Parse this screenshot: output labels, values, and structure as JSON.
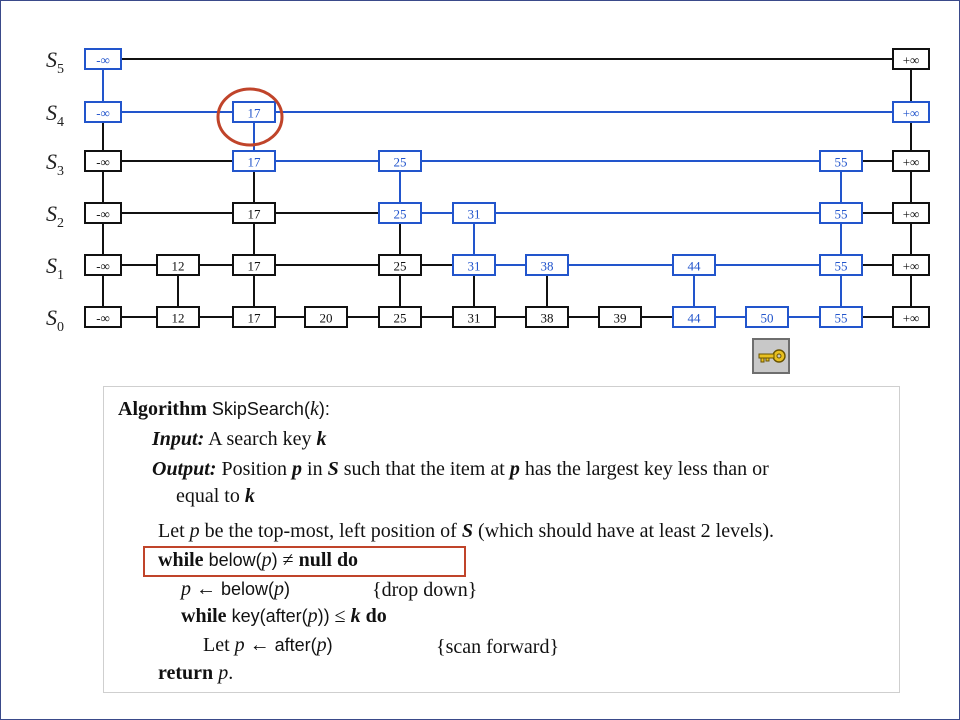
{
  "skiplist": {
    "levels": [
      {
        "label": "S",
        "sub": "5"
      },
      {
        "label": "S",
        "sub": "4"
      },
      {
        "label": "S",
        "sub": "3"
      },
      {
        "label": "S",
        "sub": "2"
      },
      {
        "label": "S",
        "sub": "1"
      },
      {
        "label": "S",
        "sub": "0"
      }
    ],
    "rows": [
      [
        "-∞",
        "+∞"
      ],
      [
        "-∞",
        "17",
        "+∞"
      ],
      [
        "-∞",
        "17",
        "25",
        "55",
        "+∞"
      ],
      [
        "-∞",
        "17",
        "25",
        "31",
        "55",
        "+∞"
      ],
      [
        "-∞",
        "12",
        "17",
        "25",
        "31",
        "38",
        "44",
        "55",
        "+∞"
      ],
      [
        "-∞",
        "12",
        "17",
        "20",
        "25",
        "31",
        "38",
        "39",
        "44",
        "50",
        "55",
        "+∞"
      ]
    ],
    "highlighted_node": "17",
    "colors": {
      "path": "#2255cc",
      "normal": "#111111",
      "highlight_circle": "#c0442a"
    }
  },
  "key_button": {
    "icon": "key-icon"
  },
  "algorithm": {
    "keyword_algorithm": "Algorithm",
    "name": "SkipSearch(",
    "name_arg": "k",
    "name_close": "):",
    "input_label": "Input:",
    "input_text": "A search key",
    "input_var": "k",
    "output_label": "Output:",
    "output_text_1": "Position",
    "output_var_p": "p",
    "output_text_2": "in",
    "output_var_S": "S",
    "output_text_3": "such that the item at",
    "output_var_p2": "p",
    "output_text_4": "has the largest key less than or",
    "output_line2": "equal to",
    "output_var_k": "k",
    "let_1": "Let",
    "let_p": "p",
    "let_2": "be the top-most, left position of",
    "let_S": "S",
    "let_3": "(which should have at least 2 levels).",
    "while_kw": "while",
    "while_fn": "below(",
    "while_p": "p",
    "while_close": ")",
    "while_neq": "≠",
    "while_null": "null",
    "while_do": "do",
    "assign_p": "p",
    "assign_arrow": "←",
    "assign_fn": "below(",
    "assign_fn_p": "p",
    "assign_close": ")",
    "comment_drop": "{drop down}",
    "inner_while_kw": "while",
    "inner_key": "key(after(",
    "inner_p": "p",
    "inner_close": "))",
    "inner_leq": "≤",
    "inner_k": "k",
    "inner_do": "do",
    "scan_let": "Let",
    "scan_p": "p",
    "scan_arrow": "←",
    "scan_fn": "after(",
    "scan_fn_p": "p",
    "scan_close": ")",
    "comment_scan": "{scan forward}",
    "return_kw": "return",
    "return_p": "p",
    "return_dot": "."
  }
}
